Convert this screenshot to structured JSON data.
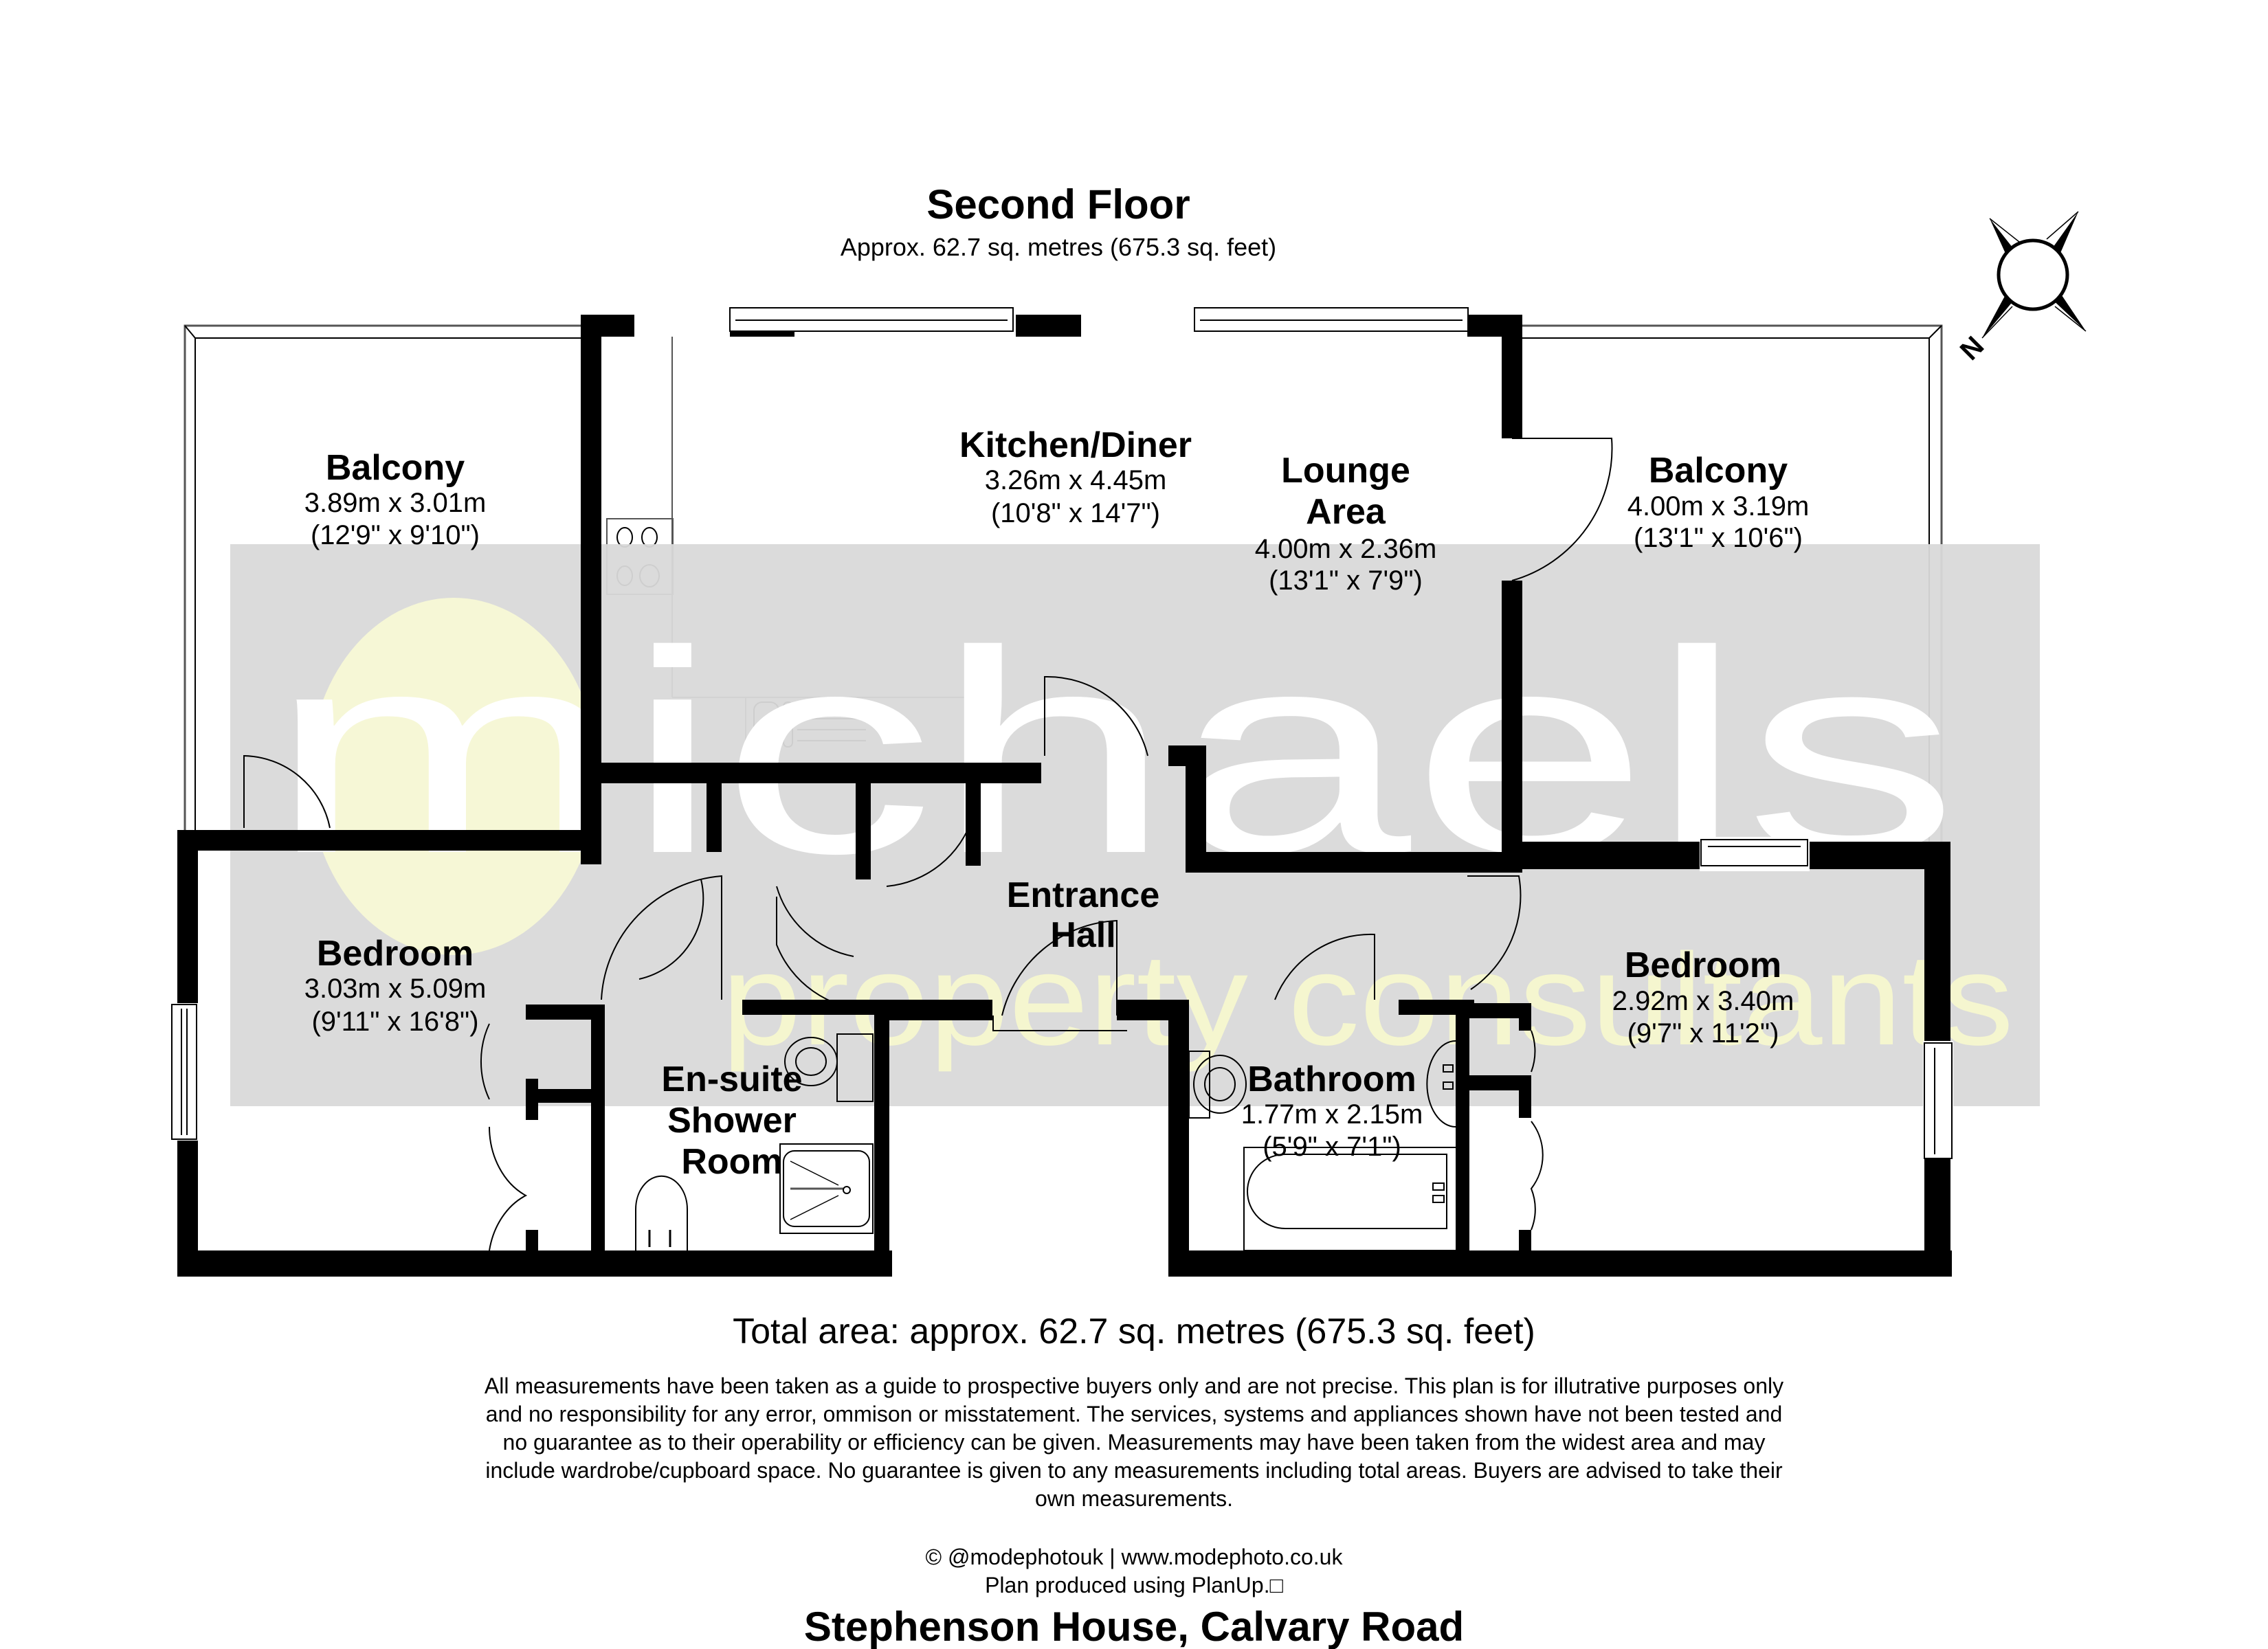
{
  "header": {
    "title": "Second Floor",
    "subtitle": "Approx. 62.7 sq. metres (675.3 sq. feet)"
  },
  "compass": {
    "icon": "compass-rose-icon",
    "north_label": "N"
  },
  "rooms": [
    {
      "id": "balcony-left",
      "name": "Balcony",
      "metric": "3.89m x 3.01m",
      "imperial": "(12'9\" x 9'10\")"
    },
    {
      "id": "kitchen-diner",
      "name": "Kitchen/Diner",
      "metric": "3.26m x 4.45m",
      "imperial": "(10'8\" x 14'7\")"
    },
    {
      "id": "lounge-area",
      "name_line1": "Lounge",
      "name_line2": "Area",
      "metric": "4.00m x 2.36m",
      "imperial": "(13'1\" x 7'9\")"
    },
    {
      "id": "balcony-right",
      "name": "Balcony",
      "metric": "4.00m x 3.19m",
      "imperial": "(13'1\" x 10'6\")"
    },
    {
      "id": "entrance-hall",
      "name_line1": "Entrance",
      "name_line2": "Hall"
    },
    {
      "id": "bedroom-left",
      "name": "Bedroom",
      "metric": "3.03m x 5.09m",
      "imperial": "(9'11\" x 16'8\")"
    },
    {
      "id": "en-suite",
      "name_line1": "En-suite",
      "name_line2": "Shower",
      "name_line3": "Room"
    },
    {
      "id": "bathroom",
      "name": "Bathroom",
      "metric": "1.77m x 2.15m",
      "imperial": "(5'9\" x 7'1\")"
    },
    {
      "id": "bedroom-right",
      "name": "Bedroom",
      "metric": "2.92m x 3.40m",
      "imperial": "(9'7\" x 11'2\")"
    }
  ],
  "watermark": {
    "brand": "michaels",
    "tagline": "property consultants",
    "band_color": "#d9d9d9",
    "circle_color": "#f6f7d6"
  },
  "footer": {
    "total_area": "Total area: approx. 62.7 sq. metres (675.3 sq. feet)",
    "disclaimer_lines": [
      "All measurements have been taken as a guide to prospective buyers only and are not precise. This plan is for illutrative purposes only",
      "and no responsibility for any error, ommison or misstatement. The services, systems and appliances shown have not been tested and",
      "no guarantee as to their operability or efficiency can be given. Measurements may have been taken from the widest area and may",
      "include wardrobe/cupboard space. No guarantee is given to any measurements including total areas. Buyers are advised to take their",
      "own measurements."
    ],
    "credit_line1": "© @modephotouk | www.modephoto.co.uk",
    "credit_line2": "Plan produced using PlanUp.□",
    "address": "Stephenson House, Calvary Road"
  }
}
